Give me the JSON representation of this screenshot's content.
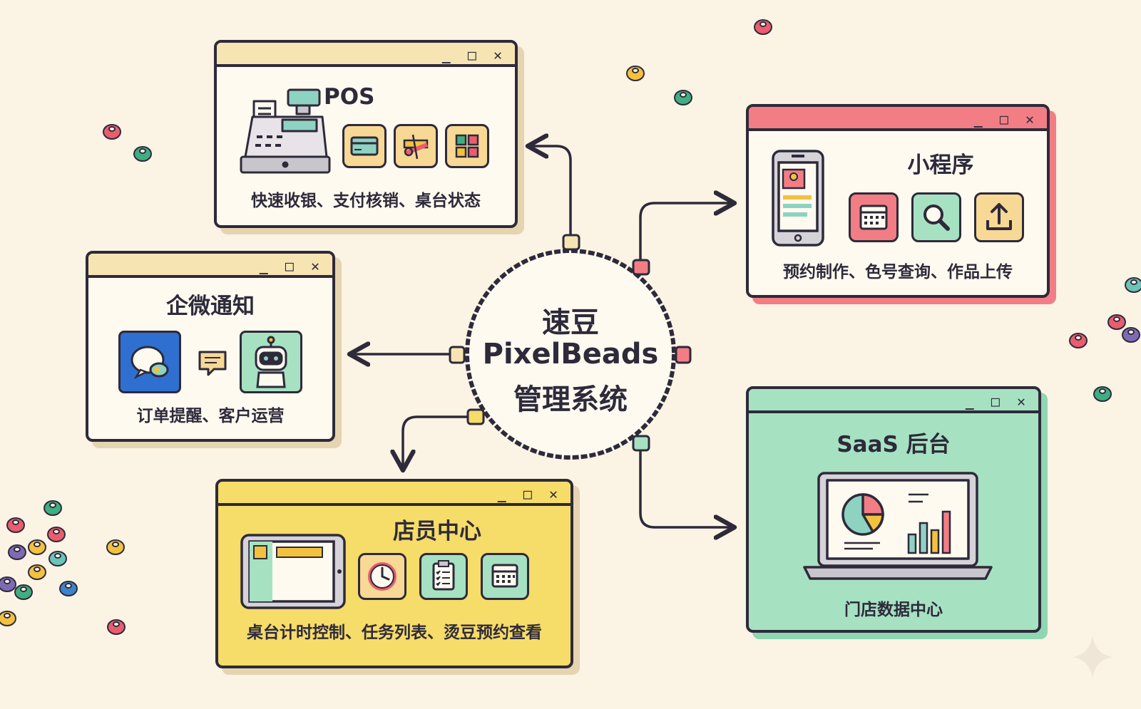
{
  "window_controls": "_ □ ✕",
  "hub": {
    "line1": "速豆",
    "line2": "PixelBeads",
    "line3": "管理系统"
  },
  "pos": {
    "title": "POS",
    "caption": "快速收银、支付核销、桌台状态",
    "icons": [
      "cash-register-icon",
      "credit-card-icon",
      "voucher-scissors-icon",
      "table-grid-icon"
    ]
  },
  "miniprogram": {
    "title": "小程序",
    "caption": "预约制作、色号查询、作品上传",
    "icons": [
      "smartphone-icon",
      "calendar-icon",
      "magnifier-icon",
      "upload-icon"
    ]
  },
  "wecom": {
    "title": "企微通知",
    "caption": "订单提醒、客户运营",
    "icons": [
      "chat-bubbles-icon",
      "message-icon",
      "robot-icon"
    ]
  },
  "staff": {
    "title": "店员中心",
    "caption": "桌台计时控制、任务列表、烫豆预约查看",
    "icons": [
      "tablet-icon",
      "clock-icon",
      "checklist-icon",
      "calendar-icon"
    ]
  },
  "saas": {
    "title": "SaaS 后台",
    "caption": "门店数据中心",
    "icons": [
      "laptop-dashboard-icon"
    ]
  },
  "colors": {
    "ink": "#2e2a3a",
    "background": "#fbf3e4",
    "pos_header": "#f6e5b3",
    "miniprogram_header": "#f27d84",
    "wecom_header": "#f6e5b3",
    "staff_header": "#f6dc68",
    "saas_header": "#a6e2c2",
    "bead_colors": [
      "#e95d6e",
      "#3fae80",
      "#f2c23e",
      "#7f6bb5",
      "#3d83c9",
      "#6cc3b8"
    ]
  }
}
